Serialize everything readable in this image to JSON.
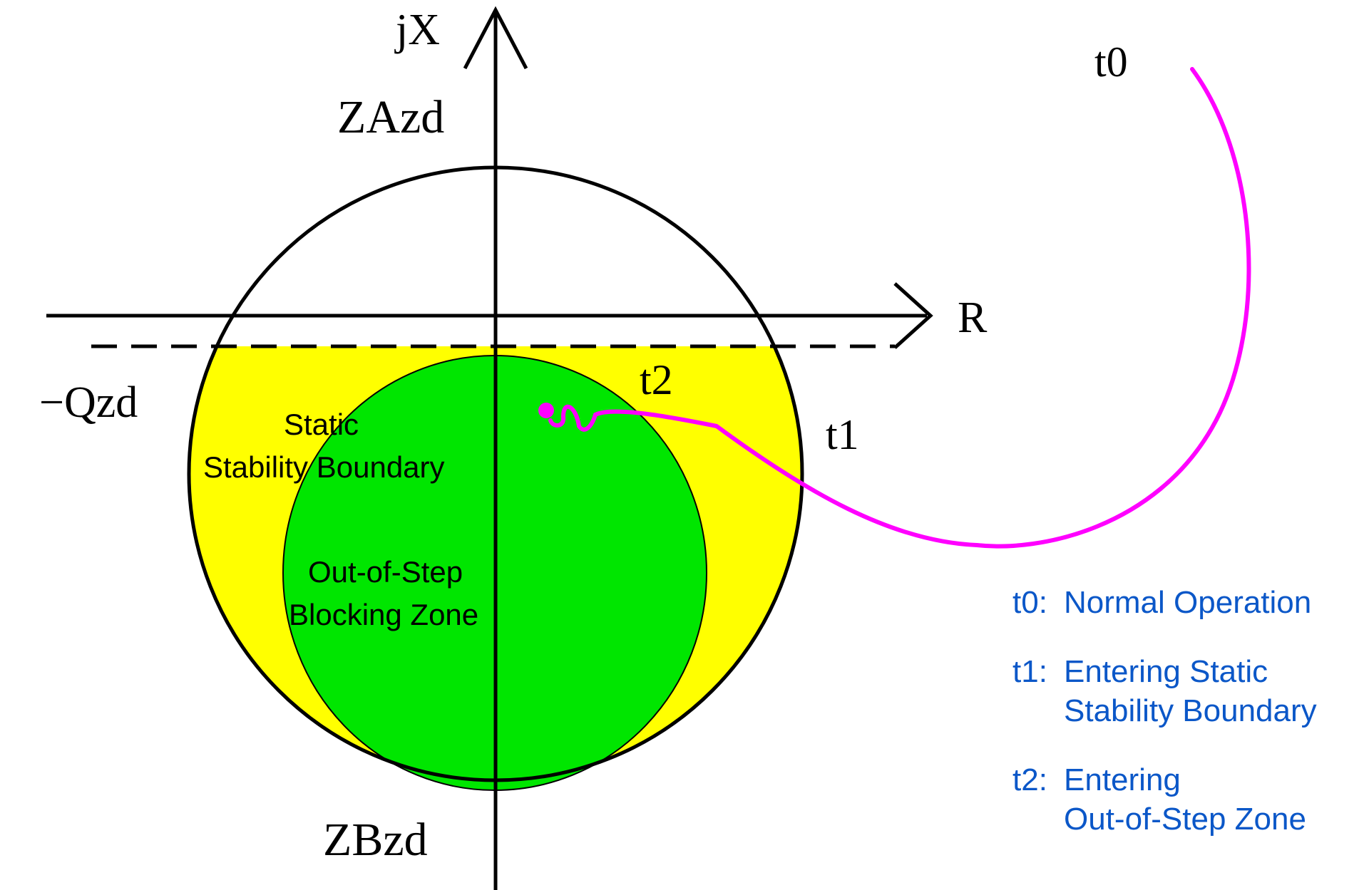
{
  "labels": {
    "y_axis": "jX",
    "x_axis": "R",
    "top_point": "ZAzd",
    "bottom_point": "ZBzd",
    "left_offset": "−Qzd",
    "t0": "t0",
    "t1": "t1",
    "t2": "t2"
  },
  "zones": {
    "static_line1": "Static",
    "static_line2": "Stability Boundary",
    "oos_line1": "Out-of-Step",
    "oos_line2": "Blocking Zone"
  },
  "legend": [
    {
      "key": "t0:",
      "line1": "Normal Operation",
      "line2": ""
    },
    {
      "key": "t1:",
      "line1": "Entering Static",
      "line2": "Stability Boundary"
    },
    {
      "key": "t2:",
      "line1": "Entering",
      "line2": "Out-of-Step Zone"
    }
  ],
  "colors": {
    "static_zone": "#ffff00",
    "blocking_zone": "#00e600",
    "trajectory": "#ff00ff",
    "legend_text": "#0b57c8"
  }
}
